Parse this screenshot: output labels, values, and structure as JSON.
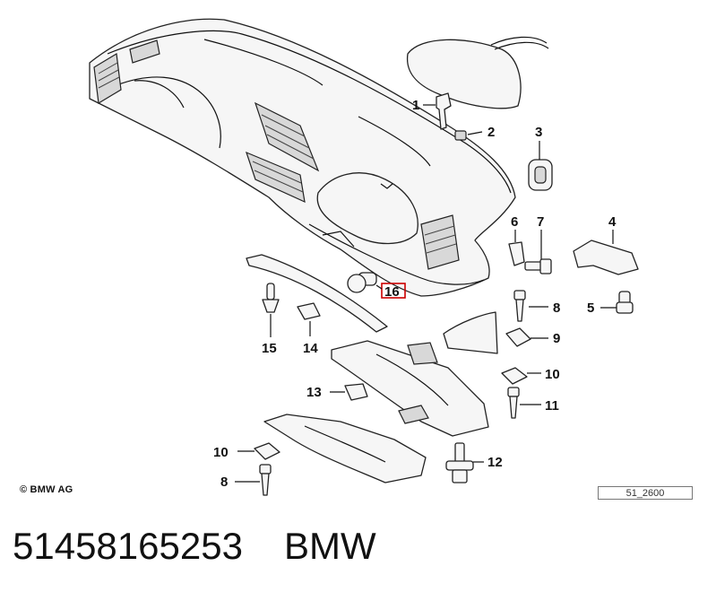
{
  "diagram": {
    "callouts": {
      "c1": "1",
      "c2": "2",
      "c3": "3",
      "c4": "4",
      "c5": "5",
      "c6": "6",
      "c7": "7",
      "c8a": "8",
      "c9": "9",
      "c10a": "10",
      "c11": "11",
      "c12": "12",
      "c13": "13",
      "c14": "14",
      "c15": "15",
      "c16": "16",
      "c10b": "10",
      "c8b": "8"
    },
    "highlight_color": "#cc0000",
    "copyright": "© BMW AG",
    "reference": "51_2600"
  },
  "caption": {
    "part_number": "51458165253",
    "brand": "BMW"
  }
}
